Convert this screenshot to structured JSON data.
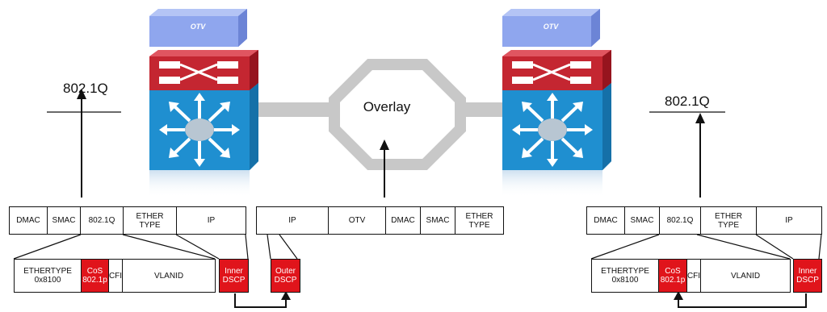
{
  "labels": {
    "left_protocol": "802.1Q",
    "right_protocol": "802.1Q",
    "overlay": "Overlay",
    "left_switch_top": "OTV",
    "right_switch_top": "OTV"
  },
  "left_frame": {
    "cells": [
      "DMAC",
      "SMAC",
      "802.1Q",
      "ETHER\nTYPE",
      "IP"
    ]
  },
  "left_tag": {
    "cells": [
      "ETHERTYPE\n0x8100",
      "CoS\n802.1p",
      "CFI",
      "VLANID"
    ],
    "dscp": "Inner\nDSCP"
  },
  "middle_frame": {
    "cells": [
      "IP",
      "OTV",
      "DMAC",
      "SMAC",
      "ETHER\nTYPE"
    ],
    "dscp": "Outer\nDSCP"
  },
  "right_frame": {
    "cells": [
      "DMAC",
      "SMAC",
      "802.1Q",
      "ETHER\nTYPE",
      "IP"
    ]
  },
  "right_tag": {
    "cells": [
      "ETHERTYPE\n0x8100",
      "CoS\n802.1p",
      "CFI",
      "VLANID"
    ],
    "dscp": "Inner\nDSCP"
  },
  "colors": {
    "highlight_red": "#e0141b",
    "switch_blue": "#1f8fd0",
    "switch_red": "#c42631",
    "otv_blue": "#8fa6ee",
    "link_gray": "#c8c8c8"
  }
}
